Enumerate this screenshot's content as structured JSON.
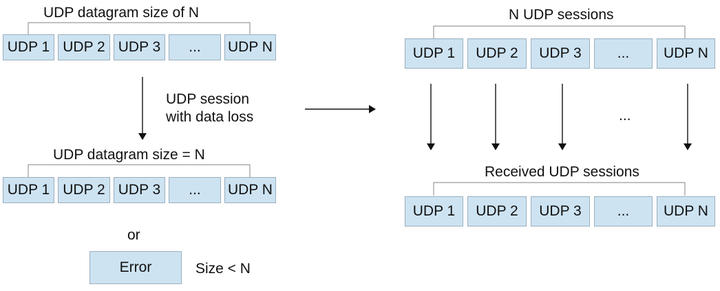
{
  "left": {
    "top_group": {
      "title": "UDP datagram size of N",
      "boxes": [
        "UDP 1",
        "UDP 2",
        "UDP 3",
        "...",
        "UDP N"
      ]
    },
    "arrow_label_line1": "UDP session",
    "arrow_label_line2": "with data loss",
    "bottom_group": {
      "title": "UDP datagram size = N",
      "boxes": [
        "UDP 1",
        "UDP 2",
        "UDP 3",
        "...",
        "UDP N"
      ]
    },
    "or_label": "or",
    "error_box": "Error",
    "error_note": "Size < N"
  },
  "right": {
    "top_group": {
      "title": "N UDP sessions",
      "boxes": [
        "UDP 1",
        "UDP 2",
        "UDP 3",
        "...",
        "UDP N"
      ]
    },
    "middle_ellipsis": "...",
    "bottom_group": {
      "title": "Received UDP sessions",
      "boxes": [
        "UDP 1",
        "UDP 2",
        "UDP 3",
        "...",
        "UDP N"
      ]
    }
  },
  "colors": {
    "box_fill": "#cde3f2",
    "box_border": "#9aaebd",
    "line": "#9a9a9a",
    "arrow": "#111111"
  }
}
